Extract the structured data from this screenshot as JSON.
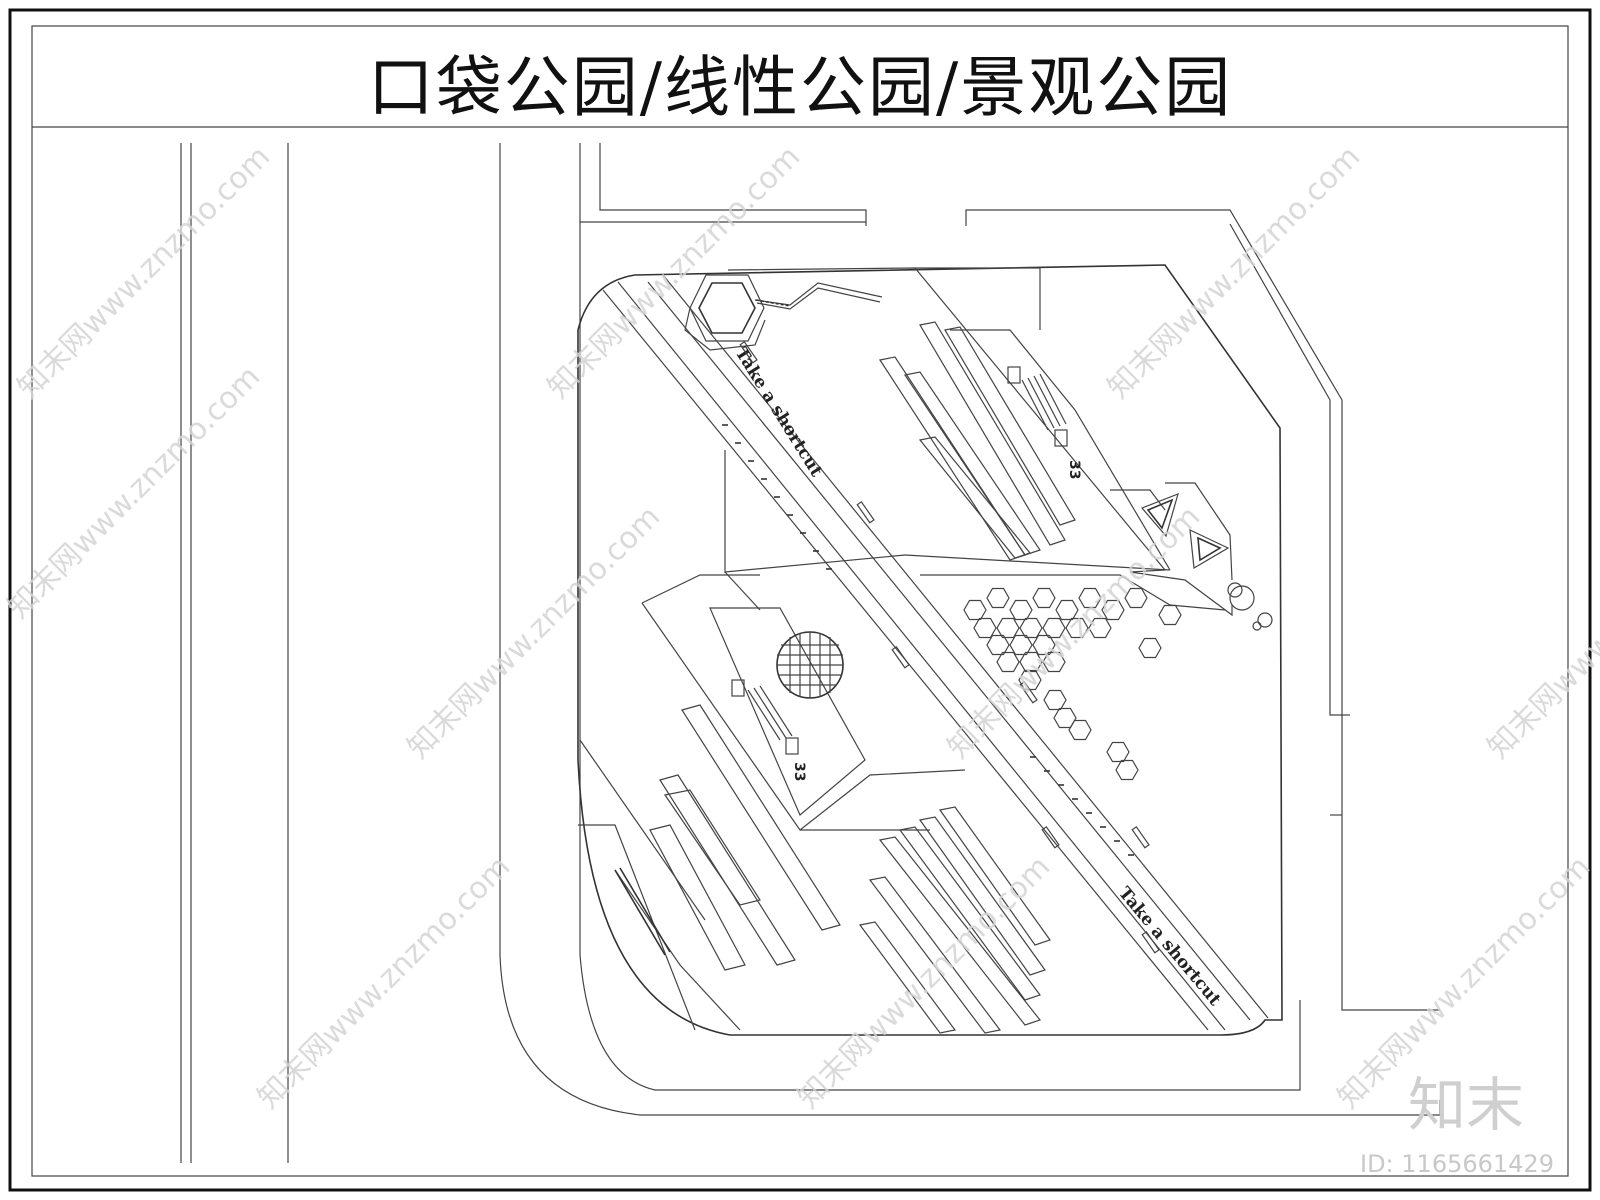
{
  "drawing": {
    "title": "口袋公园/线性公园/景观公园",
    "path_label_upper": "Take a shortcut",
    "path_label_lower": "Take a shortcut",
    "bench_number_1": "33",
    "bench_number_2": "33"
  },
  "watermark": {
    "text": "知末网www.znzmo.com",
    "logo": "知末",
    "id_label": "ID: 1165661429"
  },
  "colors": {
    "line": "#444444",
    "background": "#ffffff",
    "watermark": "#d4d4d4"
  }
}
